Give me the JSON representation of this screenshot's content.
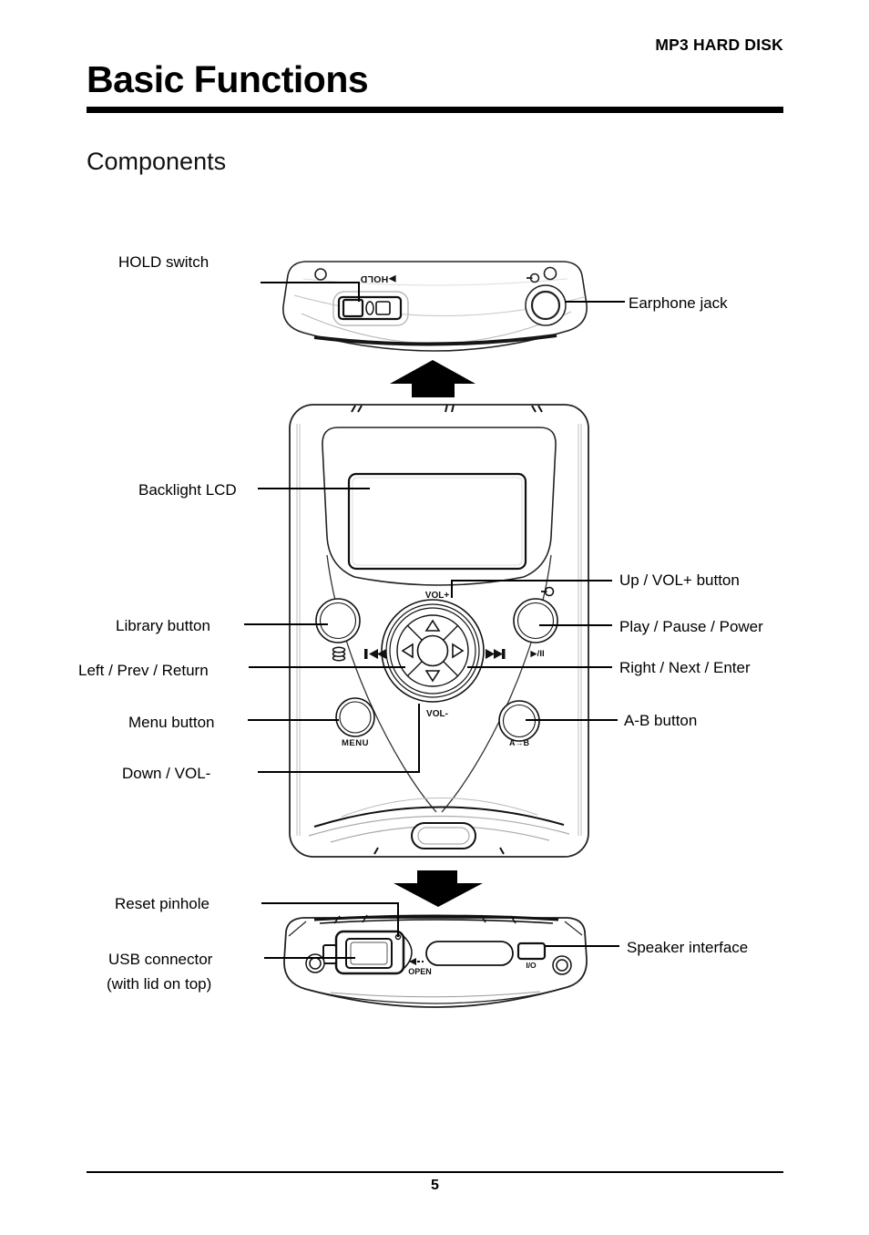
{
  "page": {
    "header": "MP3 HARD DISK",
    "title": "Basic Functions",
    "section": "Components",
    "page_number": "5"
  },
  "callouts": {
    "hold_switch": "HOLD switch",
    "earphone_jack": "Earphone jack",
    "backlight_lcd": "Backlight LCD",
    "library_button": "Library button",
    "left_prev_return": "Left / Prev / Return",
    "menu_button": "Menu button",
    "down_vol": "Down / VOL-",
    "up_vol": "Up / VOL+ button",
    "play_pause_power": "Play / Pause / Power",
    "right_next_enter": "Right / Next / Enter",
    "ab_button": "A-B button",
    "reset_pinhole": "Reset pinhole",
    "usb_connector": "USB connector",
    "usb_connector_sub": "(with lid on top)",
    "speaker_interface": "Speaker interface"
  },
  "markings": {
    "hold": "▶HOLD",
    "vol_plus": "VOL+",
    "vol_minus": "VOL-",
    "play_pause": "▶/II",
    "menu": "MENU",
    "ab": "A→B",
    "open": "OPEN",
    "io": "I/O"
  },
  "icons": {
    "power": "power-icon",
    "skip_back": "skip-back-icon",
    "skip_forward": "skip-forward-icon",
    "library": "library-stack-icon",
    "dpad_up": "up-triangle-icon",
    "dpad_down": "down-triangle-icon",
    "dpad_left": "left-triangle-icon",
    "dpad_right": "right-triangle-icon",
    "open_arrow": "open-left-arrow-icon"
  },
  "colors": {
    "ink": "#111111",
    "gray_line": "#b5b5b5"
  }
}
